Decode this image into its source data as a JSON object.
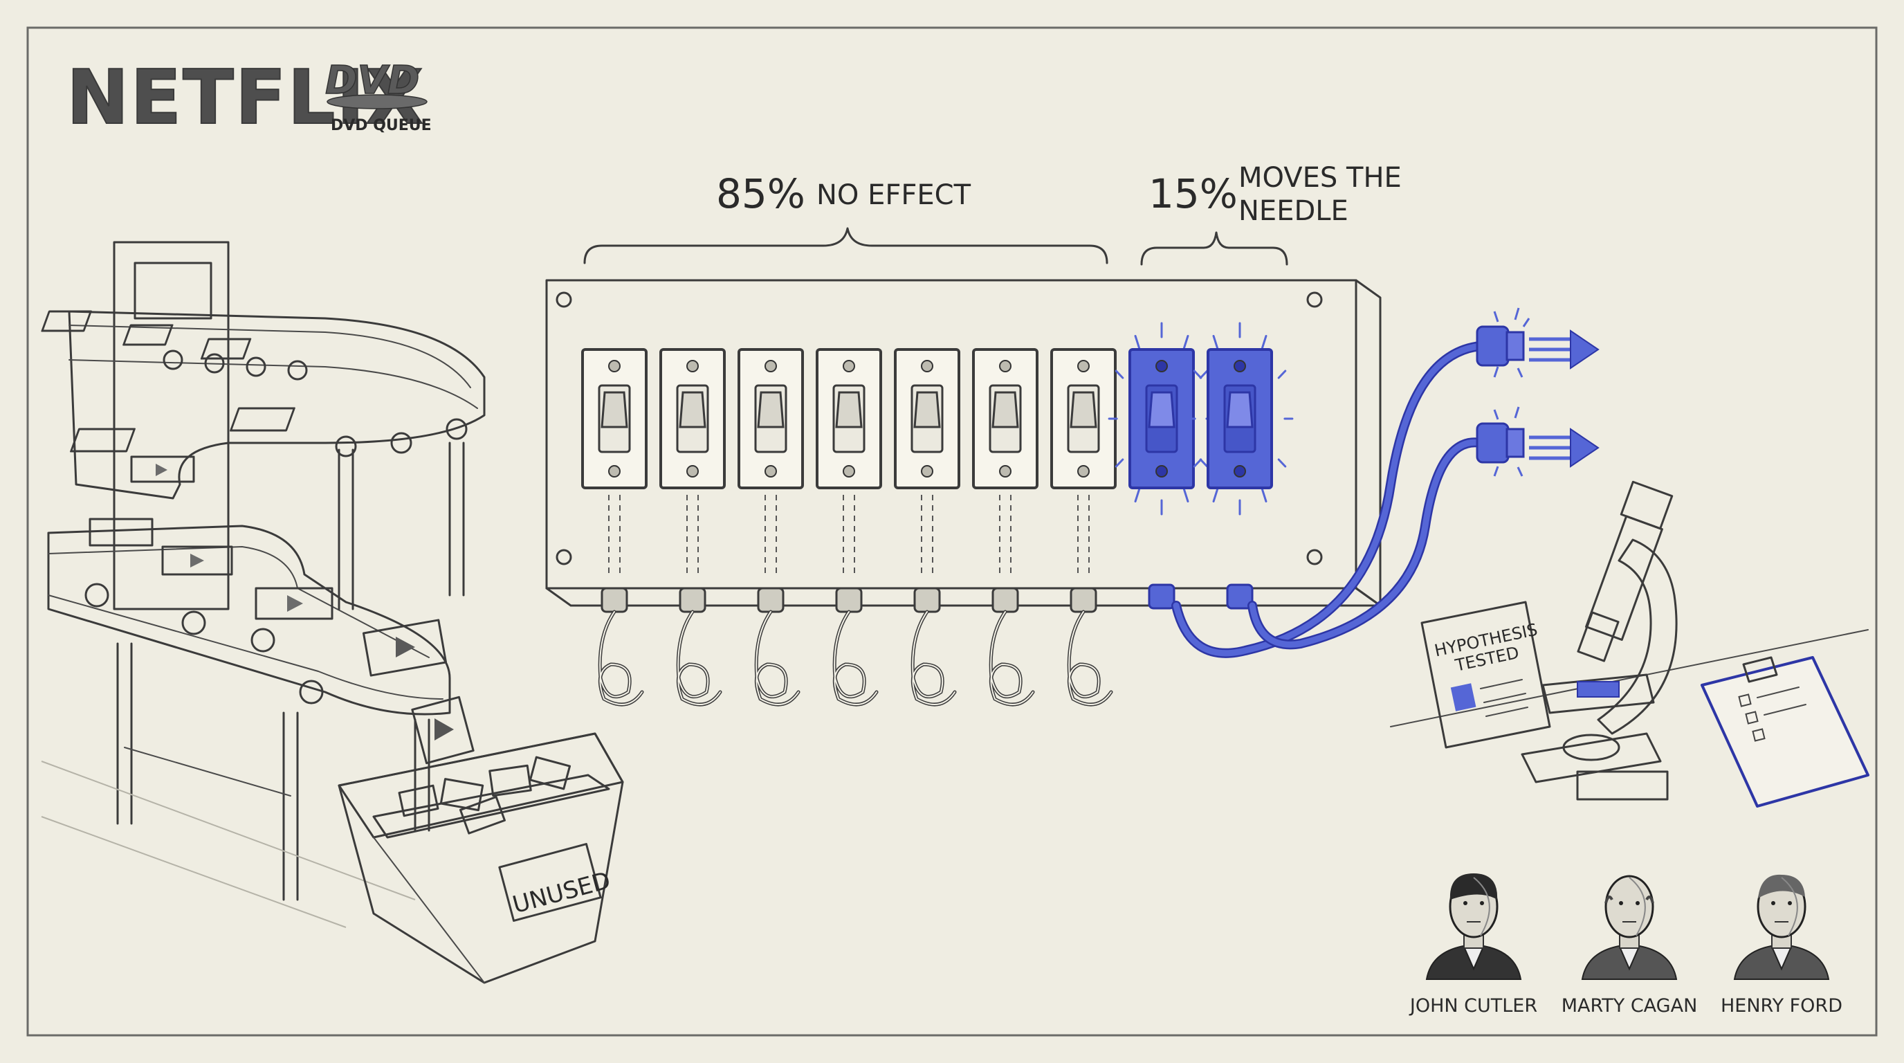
{
  "logo": {
    "brand": "NETFLIX",
    "dvd_mark": "DVD",
    "caption": "DVD QUEUE"
  },
  "labels": {
    "no_effect_pct": "85%",
    "no_effect_text": "NO EFFECT",
    "moves_pct": "15%",
    "moves_text_1": "MOVES THE",
    "moves_text_2": "NEEDLE",
    "bin": "UNUSED",
    "hypothesis_1": "HYPOTHESIS",
    "hypothesis_2": "TESTED"
  },
  "people": [
    {
      "name": "JOHN CUTLER"
    },
    {
      "name": "MARTY CAGAN"
    },
    {
      "name": "HENRY FORD"
    }
  ],
  "switches": {
    "total": 9,
    "active_count": 2
  },
  "colors": {
    "accent": "#5566d6",
    "accent_dark": "#2d36a6",
    "ink": "#3b3b3b",
    "paper": "#efede2"
  }
}
